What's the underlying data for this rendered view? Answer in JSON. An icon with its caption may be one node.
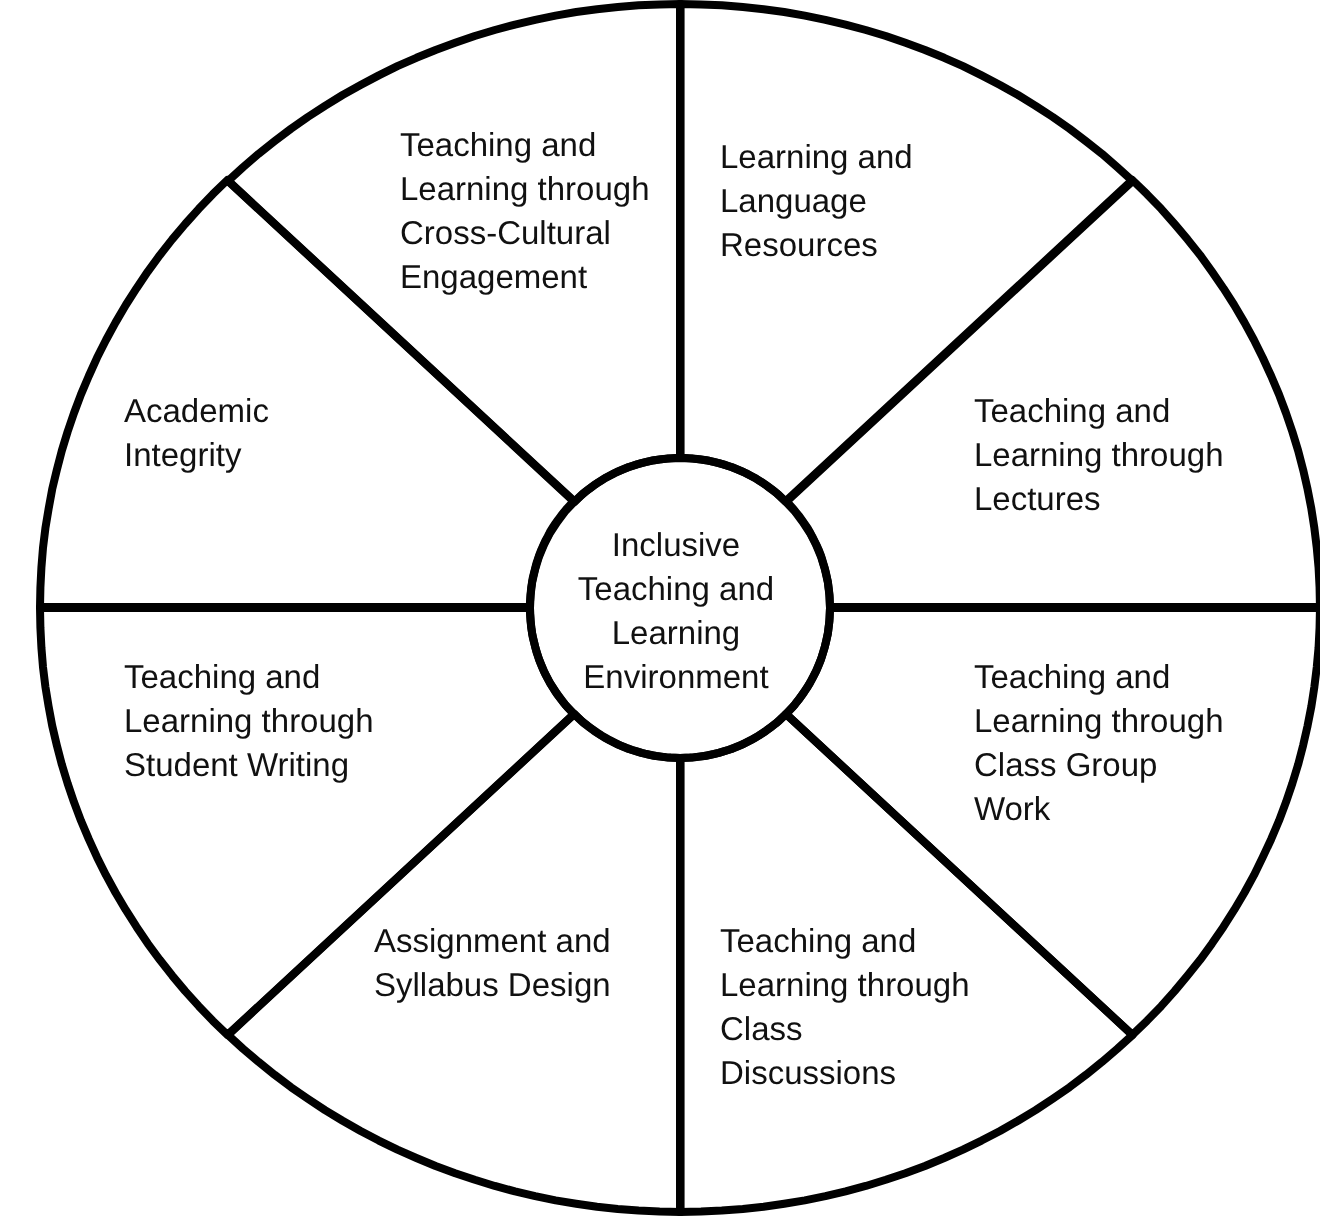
{
  "diagram": {
    "nodes": [
      {
        "text": [
          "Teaching and Learning through Cross-Cultural Engagement"
        ]
      },
      {
        "text": [
          "Learning and Language Resources"
        ]
      },
      {
        "text": [
          "Academic Integrity"
        ]
      },
      {
        "text": [
          "Teaching and Learning through Lectures"
        ]
      },
      {
        "text": [
          "Inclusive Teaching and Learning Environment"
        ]
      },
      {
        "text": [
          "Teaching and Learning through Student Writing"
        ]
      },
      {
        "text": [
          "Teaching and Learning through Class Group Work"
        ]
      },
      {
        "text": [
          "Assignment and Syllabus Design"
        ]
      },
      {
        "text": [
          "Teaching and Learning through Class Discussions"
        ]
      }
    ]
  }
}
